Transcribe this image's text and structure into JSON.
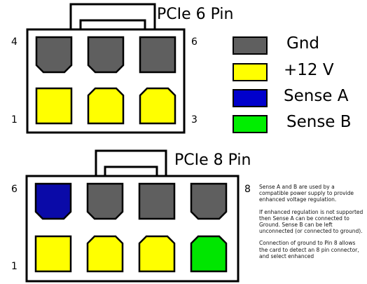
{
  "connectors": [
    {
      "title": "PCIe 6 Pin",
      "pin_labels": {
        "top_left": "4",
        "top_right": "6",
        "bottom_left": "1",
        "bottom_right": "3"
      },
      "top_row": [
        "gnd",
        "gnd",
        "gnd"
      ],
      "bottom_row": [
        "12v",
        "12v",
        "12v"
      ]
    },
    {
      "title": "PCIe 8 Pin",
      "pin_labels": {
        "top_left": "6",
        "top_right": "8",
        "bottom_left": "1"
      },
      "top_row": [
        "sense_a",
        "gnd",
        "gnd",
        "gnd"
      ],
      "bottom_row": [
        "12v",
        "12v",
        "12v",
        "sense_b"
      ]
    }
  ],
  "legend": [
    {
      "key": "gnd",
      "label": "Gnd",
      "color": "#5f5f5f"
    },
    {
      "key": "12v",
      "label": "+12 V",
      "color": "#ffff00"
    },
    {
      "key": "sense_a",
      "label": "Sense A",
      "color": "#0000cc"
    },
    {
      "key": "sense_b",
      "label": "Sense B",
      "color": "#00ee00"
    }
  ],
  "pin_colors": {
    "gnd": "#5f5f5f",
    "12v": "#ffff00",
    "sense_a": "#0a0aa8",
    "sense_b": "#00e600"
  },
  "notes": [
    "Sense A and B are used by a compatible power supply to provide enhanced voltage regulation.",
    "If enhanced regulation is not supported then Sense A can be connected to Ground. Sense B can be left unconnected (or connected to ground).",
    "Connection of ground to Pin 8 allows the card to detect an 8 pin connector, and select enhanced"
  ]
}
